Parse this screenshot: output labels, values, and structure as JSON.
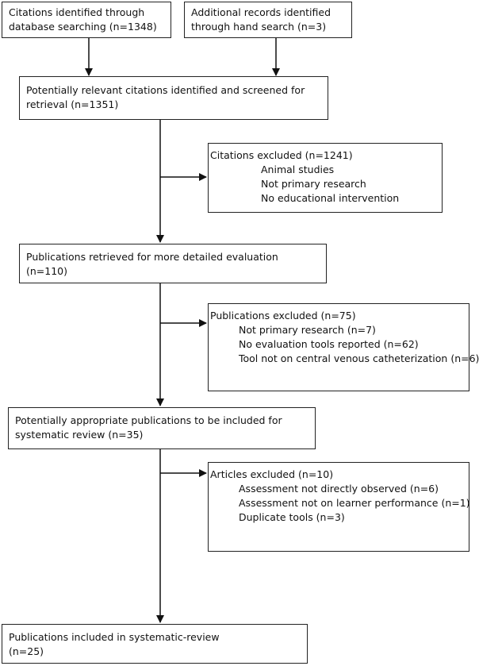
{
  "boxes": {
    "database": {
      "lines": [
        "Citations identified through",
        "database searching (n=1348)"
      ]
    },
    "hand_search": {
      "lines": [
        "Additional records identified",
        "through hand search (n=3)"
      ]
    },
    "screened": {
      "lines": [
        "Potentially relevant citations identified and screened for",
        "retrieval (n=1351)"
      ]
    },
    "excluded1": {
      "title": "Citations excluded (n=1241)",
      "items": [
        "Animal studies",
        "Not primary research",
        "No educational intervention"
      ]
    },
    "retrieved": {
      "lines": [
        "Publications retrieved for more detailed evaluation",
        "(n=110)"
      ]
    },
    "excluded2": {
      "title": "Publications excluded (n=75)",
      "items": [
        "Not primary research (n=7)",
        "No evaluation tools reported (n=62)",
        "Tool not on central venous catheterization (n=6)"
      ]
    },
    "appropriate": {
      "lines": [
        "Potentially appropriate publications to be included for",
        "systematic review (n=35)"
      ]
    },
    "excluded3": {
      "title": "Articles excluded (n=10)",
      "items": [
        "Assessment not directly observed (n=6)",
        "Assessment not on learner performance (n=1)",
        "Duplicate tools (n=3)"
      ]
    },
    "included": {
      "lines": [
        "Publications included in systematic-review",
        "(n=25)"
      ]
    }
  }
}
